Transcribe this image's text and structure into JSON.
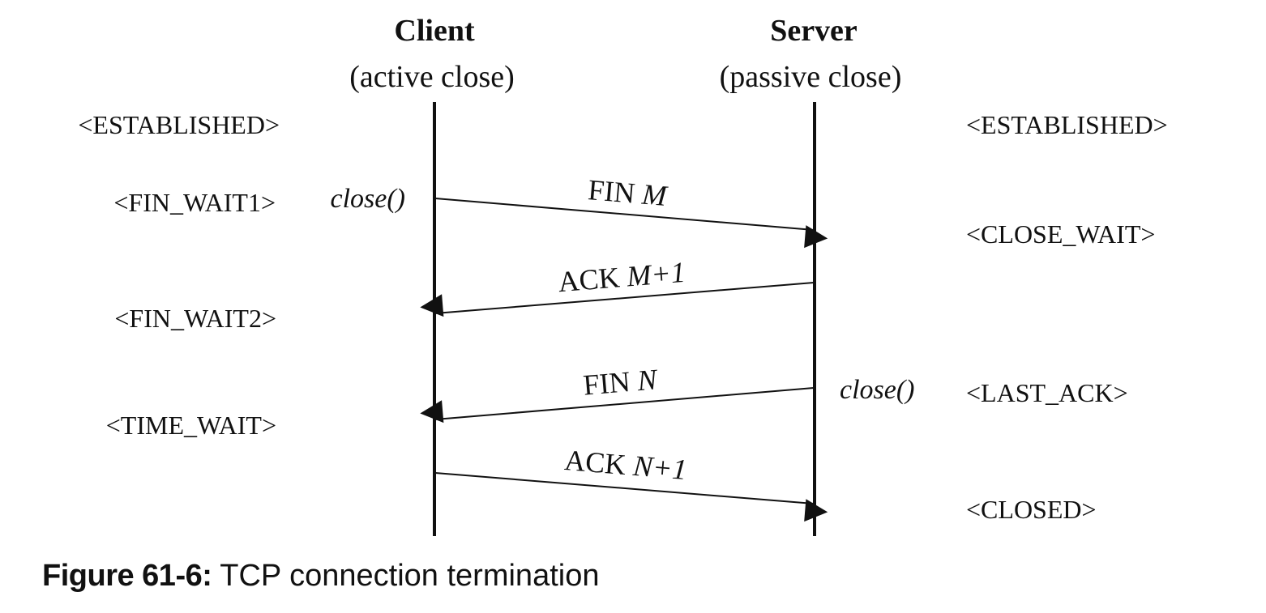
{
  "client": {
    "title": "Client",
    "subtitle": "(active close)",
    "states": [
      "<ESTABLISHED>",
      "<FIN_WAIT1>",
      "<FIN_WAIT2>",
      "<TIME_WAIT>"
    ],
    "call": "close()"
  },
  "server": {
    "title": "Server",
    "subtitle": "(passive close)",
    "states": [
      "<ESTABLISHED>",
      "<CLOSE_WAIT>",
      "<LAST_ACK>",
      "<CLOSED>"
    ],
    "call": "close()"
  },
  "messages": [
    {
      "name": "FIN",
      "arg": "M",
      "direction": "client-to-server"
    },
    {
      "name": "ACK",
      "arg": "M+1",
      "direction": "server-to-client"
    },
    {
      "name": "FIN",
      "arg": "N",
      "direction": "server-to-client"
    },
    {
      "name": "ACK",
      "arg": "N+1",
      "direction": "client-to-server"
    }
  ],
  "caption": {
    "label": "Figure 61-6:",
    "text": " TCP connection termination"
  }
}
